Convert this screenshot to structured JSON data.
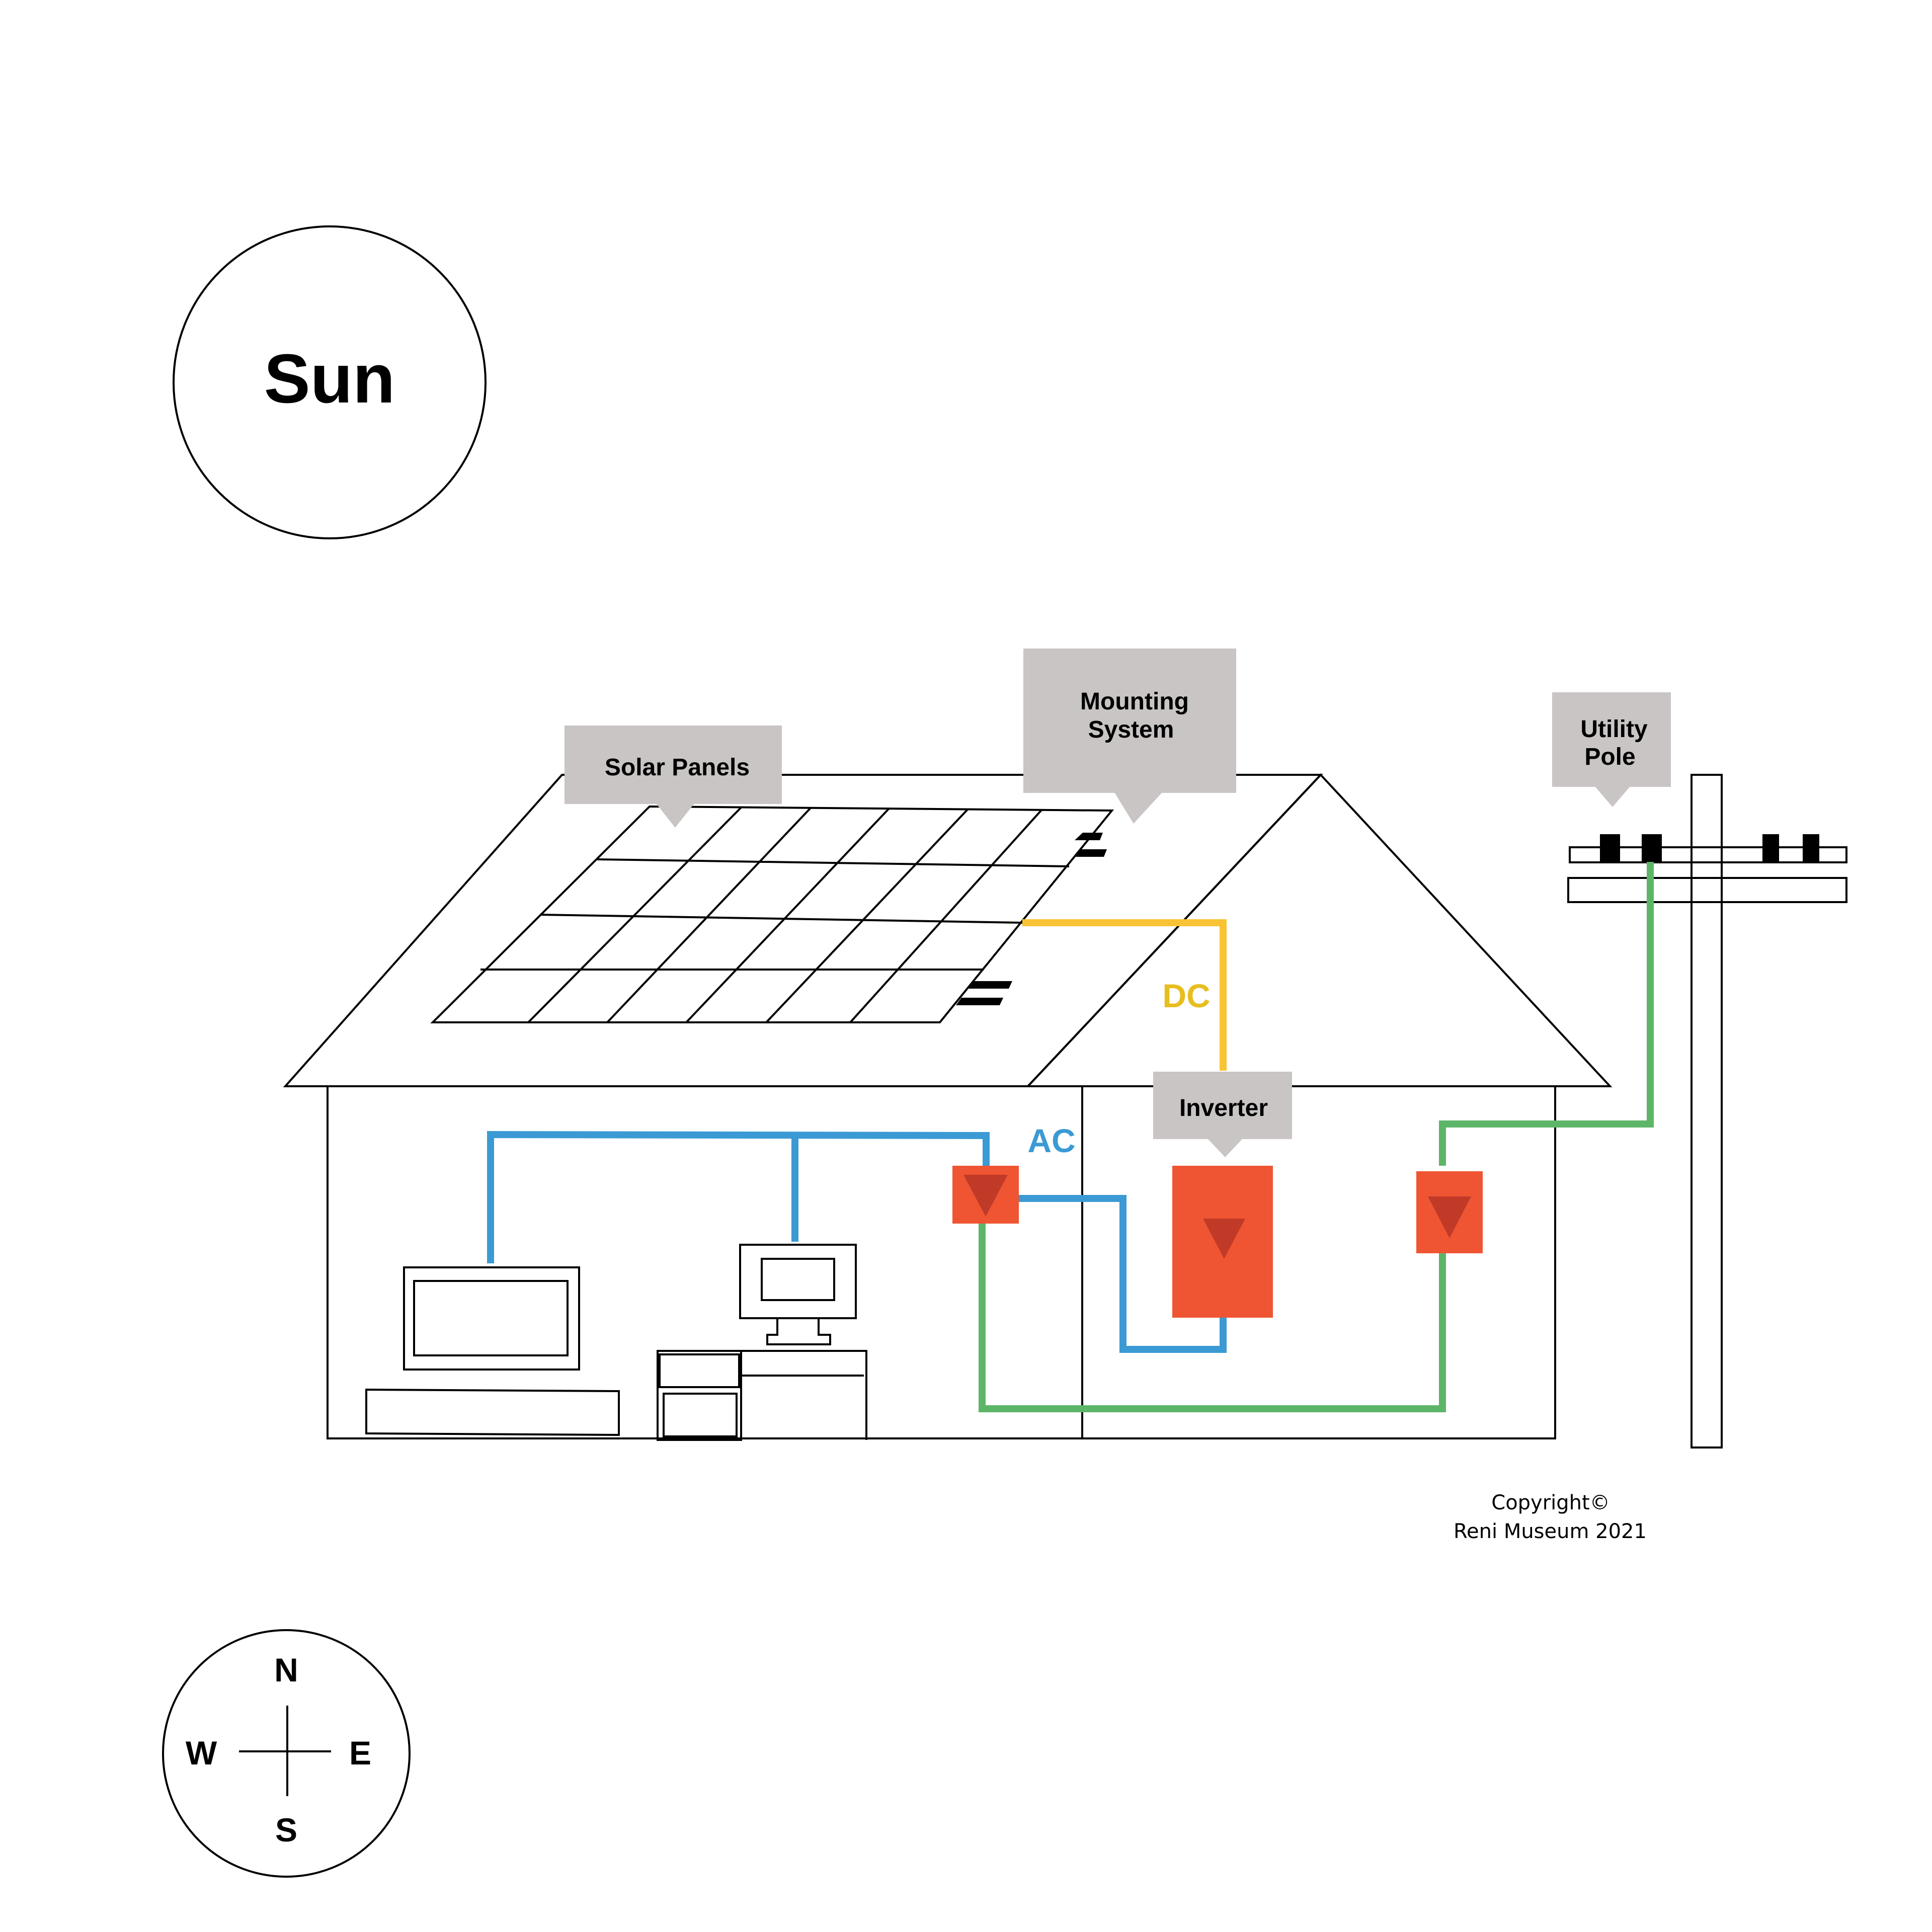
{
  "sun": {
    "label": "Sun"
  },
  "callouts": {
    "solar_panels": "Solar Panels",
    "mounting_system_line1": "Mounting",
    "mounting_system_line2": "System",
    "utility_pole_line1": "Utility",
    "utility_pole_line2": "Pole",
    "inverter": "Inverter"
  },
  "wire_labels": {
    "dc": "DC",
    "ac": "AC"
  },
  "copyright": {
    "line1": "Copyright©",
    "line2": "Reni Museum 2021"
  },
  "compass": {
    "north": "N",
    "south": "S",
    "east": "E",
    "west": "W"
  },
  "colors": {
    "dc_wire": "#F8C334",
    "dc_label": "#E8BE1E",
    "ac_wire": "#3B9AD4",
    "grid_wire": "#5DB668",
    "device_fill": "#EF5532",
    "device_arrow": "#C13A28",
    "callout_fill": "#C9C5C4"
  }
}
